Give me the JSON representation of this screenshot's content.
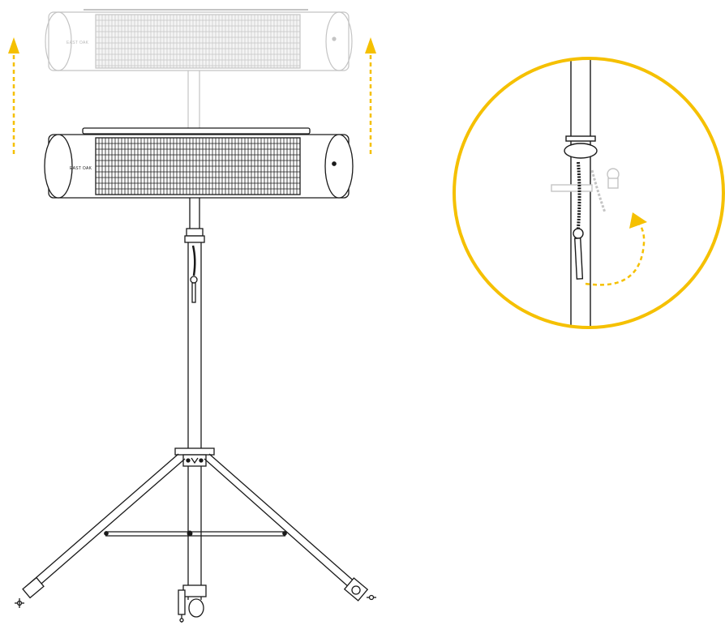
{
  "brand": {
    "name": "EAST OAK"
  },
  "colors": {
    "accent": "#f5c000",
    "line": "#1a1a1a",
    "ghost": "#c4c4c4",
    "background": "#ffffff"
  },
  "arrows": {
    "count": 2,
    "direction": "up",
    "style": "dashed"
  },
  "detail": {
    "shape": "circle",
    "arrow_style": "dashed-curved"
  }
}
